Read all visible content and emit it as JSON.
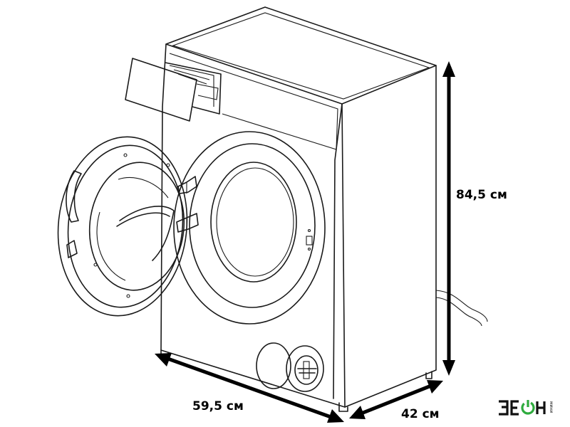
{
  "dimensions": {
    "height": "84,5 см",
    "width": "59,5 см",
    "depth": "42 см"
  },
  "brand": {
    "letters": "ЗЕОН",
    "suffix": "мини",
    "accent_color": "#2eab3d",
    "text_color": "#111111"
  },
  "icons": {
    "outline_color": "#1a1a1a",
    "arrow_color": "#000000"
  }
}
